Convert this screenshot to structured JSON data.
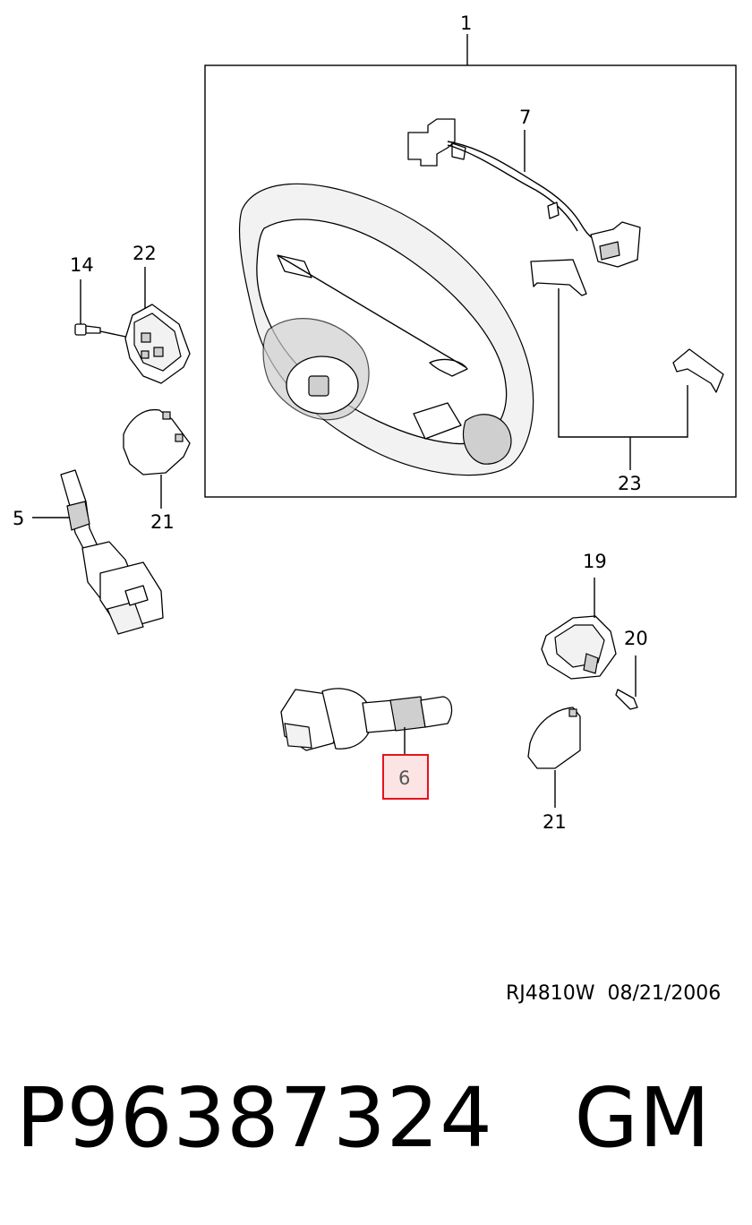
{
  "callouts": {
    "c1": "1",
    "c7": "7",
    "c14": "14",
    "c22": "22",
    "c5": "5",
    "c21a": "21",
    "c23": "23",
    "c19": "19",
    "c20": "20",
    "c6": "6",
    "c21b": "21"
  },
  "highlight": {
    "color": "#e8121e",
    "fill": "#fde4e4",
    "callout": "6"
  },
  "footer": {
    "ref_code": "RJ4810W  08/21/2006",
    "part_number": "P96387324",
    "brand": "GM"
  },
  "parts": [
    "steering-wheel",
    "airbag-wiring-harness",
    "column-switch-5",
    "wiper-switch-6",
    "remote-switch-22",
    "remote-switch-19",
    "switch-cover-21",
    "screw-14",
    "screw-20",
    "trim-clip-23"
  ]
}
